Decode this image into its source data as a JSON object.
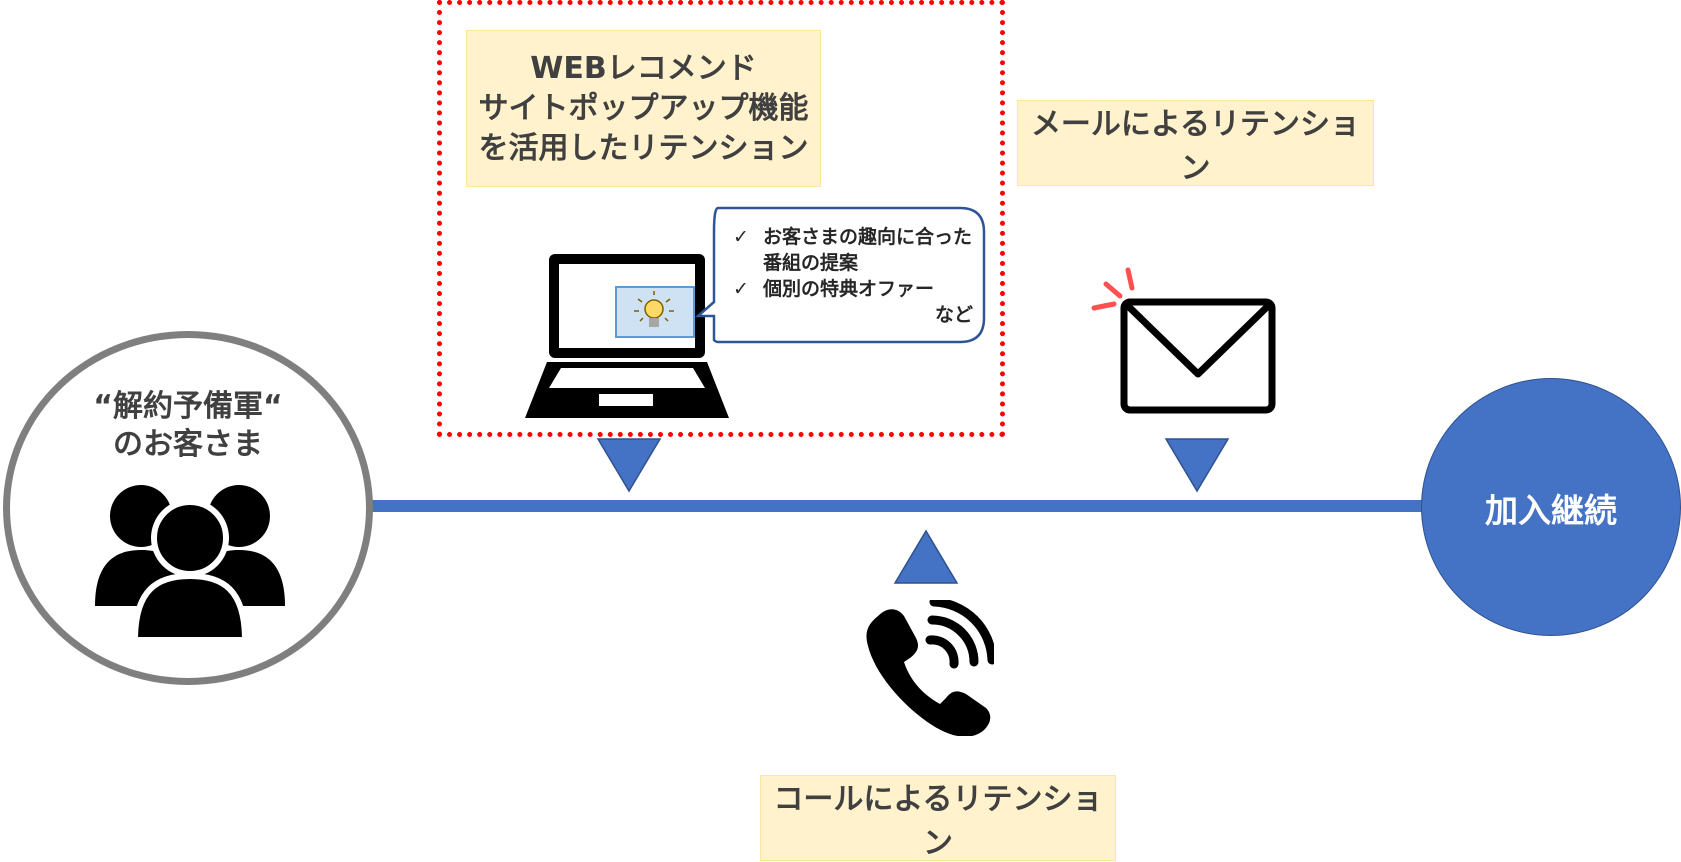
{
  "start": {
    "line1": "“解約予備軍“",
    "line2": "のお客さま",
    "icon": "people-group-icon"
  },
  "end": {
    "label": "加入継続"
  },
  "web": {
    "line1": "WEBレコメンド",
    "line2": "サイトポップアップ機能",
    "line3": "を活用したリテンション",
    "icon": "laptop-icon",
    "bubble": {
      "check_mark": "✓",
      "item1_a": "お客さまの趣向に合った",
      "item1_b": "番組の提案",
      "item2": "個別の特典オファー",
      "etc": "など"
    }
  },
  "mail": {
    "label": "メールによるリテンション",
    "icon": "envelope-icon"
  },
  "call": {
    "label": "コールによるリテンション",
    "icon": "phone-icon"
  },
  "colors": {
    "timeline": "#4472c4",
    "label_fill": "#fff2cc",
    "frame": "#ff0000",
    "circle_border": "#7f7f7f"
  }
}
